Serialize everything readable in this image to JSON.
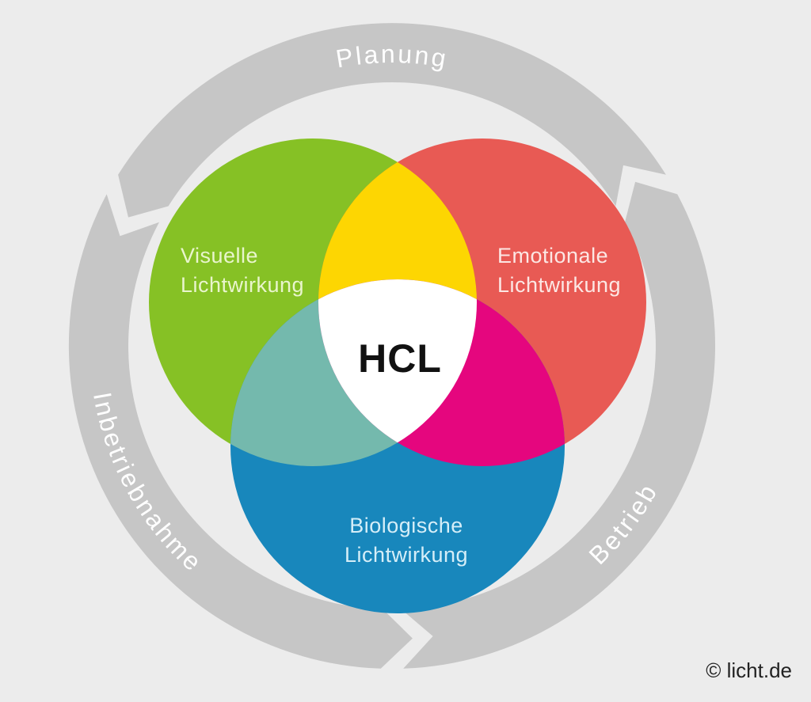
{
  "background": "#ececec",
  "ring": {
    "color": "#c6c6c6",
    "text_color": "#ffffff",
    "labels": {
      "top": "Planung",
      "bottom_left": "Inbetriebnahme",
      "bottom_right": "Betrieb"
    }
  },
  "circles": {
    "visual": {
      "line1": "Visuelle",
      "line2": "Lichtwirkung",
      "color": "#86c125",
      "text_color": "#e9f5cd"
    },
    "emotional": {
      "line1": "Emotionale",
      "line2": "Lichtwirkung",
      "color": "#e85a54",
      "text_color": "#fce7e4"
    },
    "biological": {
      "line1": "Biologische",
      "line2": "Lichtwirkung",
      "color": "#1887bc",
      "text_color": "#d5eef8"
    }
  },
  "overlaps": {
    "visual_emotional": "#fdd602",
    "visual_biological": "#74b9ad",
    "emotional_biological": "#e5067e",
    "center_color": "#ffffff"
  },
  "center_label": "HCL",
  "center_label_color": "#111111",
  "credit": "© licht.de",
  "credit_color": "#222222"
}
